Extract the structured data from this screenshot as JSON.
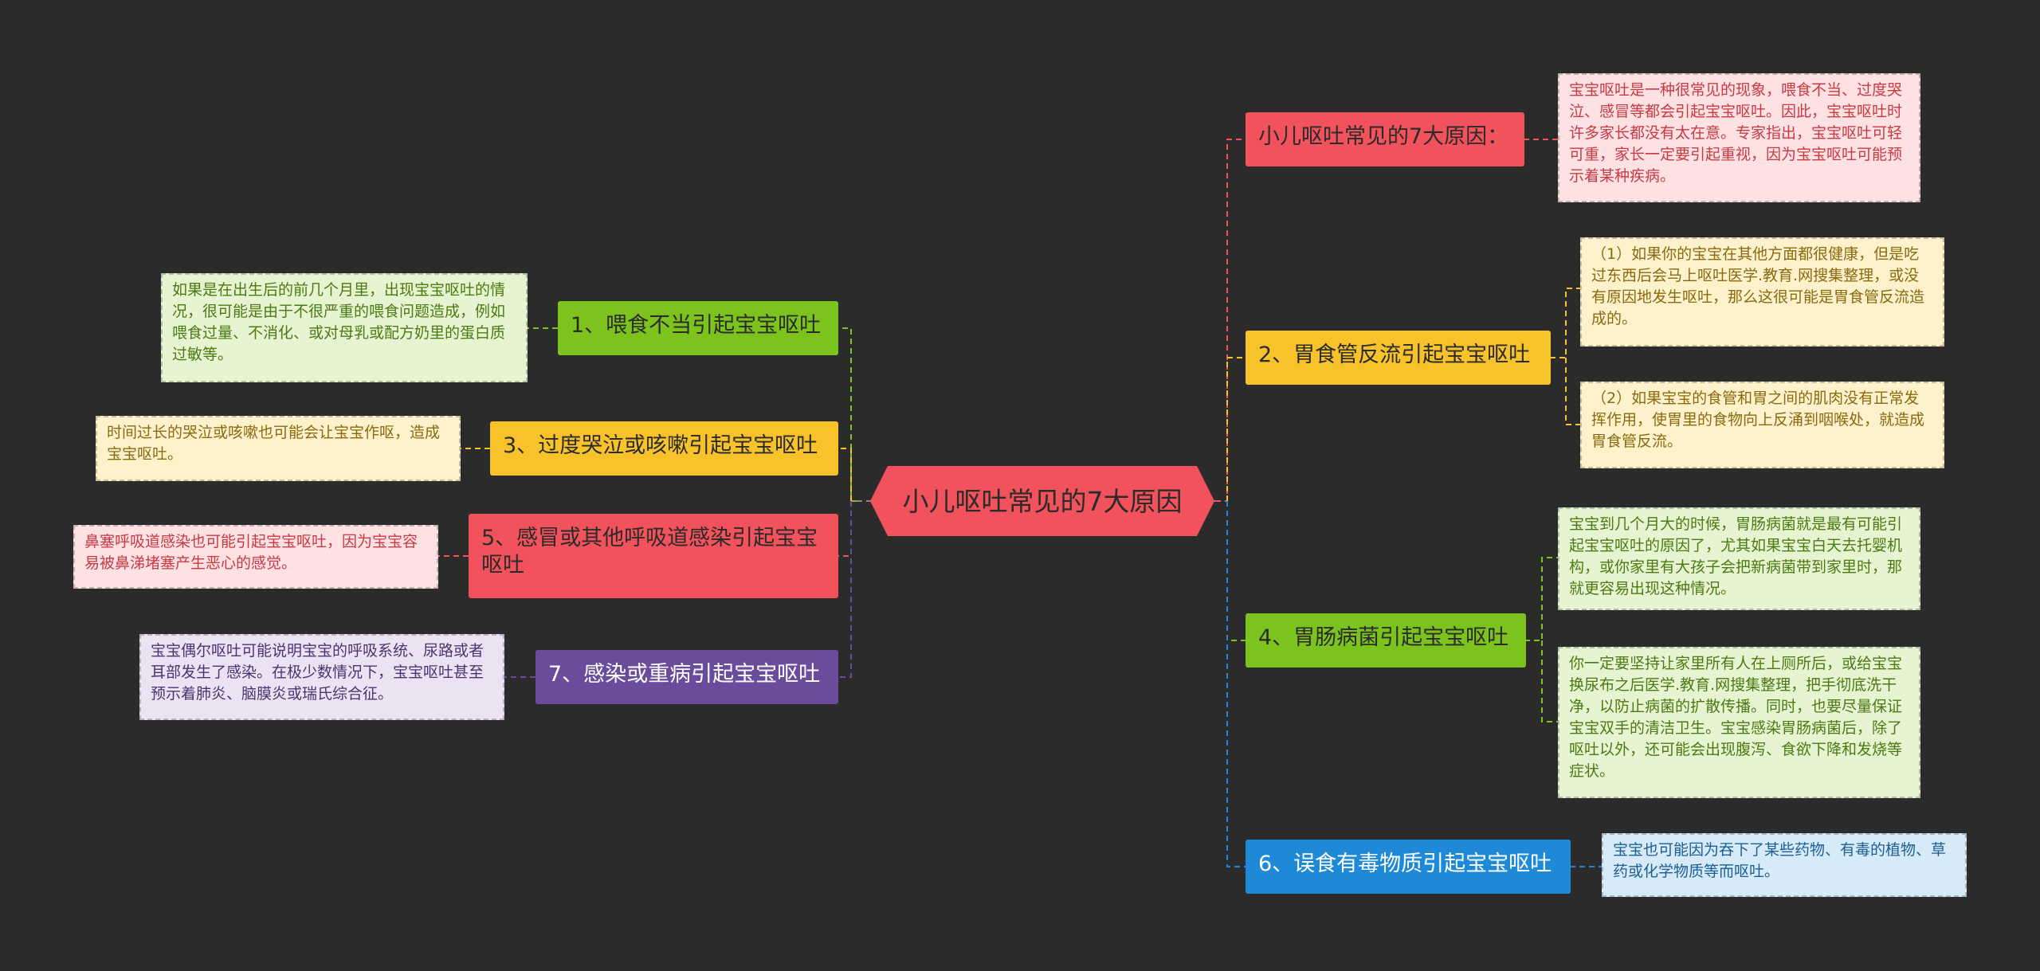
{
  "root": {
    "label": "小儿呕吐常见的7大原因"
  },
  "colors": {
    "background": "#2b2b2b",
    "root": "#f1525b",
    "red": "#f1525b",
    "yellow": "#f8c32a",
    "green": "#7cc41d",
    "blue": "#1e89d6",
    "purple": "#6b4b9b"
  },
  "right_branches": [
    {
      "label": "小儿呕吐常见的7大原因：",
      "details": [
        "宝宝呕吐是一种很常见的现象，喂食不当、过度哭泣、感冒等都会引起宝宝呕吐。因此，宝宝呕吐时许多家长都没有太在意。专家指出，宝宝呕吐可轻可重，家长一定要引起重视，因为宝宝呕吐可能预示着某种疾病。"
      ]
    },
    {
      "label": "2、胃食管反流引起宝宝呕吐",
      "details": [
        "（1）如果你的宝宝在其他方面都很健康，但是吃过东西后会马上呕吐医学.教育.网搜集整理，或没有原因地发生呕吐，那么这很可能是胃食管反流造成的。",
        "（2）如果宝宝的食管和胃之间的肌肉没有正常发挥作用，使胃里的食物向上反涌到咽喉处，就造成胃食管反流。"
      ]
    },
    {
      "label": "4、胃肠病菌引起宝宝呕吐",
      "details": [
        "宝宝到几个月大的时候，胃肠病菌就是最有可能引起宝宝呕吐的原因了，尤其如果宝宝白天去托婴机构，或你家里有大孩子会把新病菌带到家里时，那就更容易出现这种情况。",
        "你一定要坚持让家里所有人在上厕所后，或给宝宝换尿布之后医学.教育.网搜集整理，把手彻底洗干净，以防止病菌的扩散传播。同时，也要尽量保证宝宝双手的清洁卫生。宝宝感染胃肠病菌后，除了呕吐以外，还可能会出现腹泻、食欲下降和发烧等症状。"
      ]
    },
    {
      "label": "6、误食有毒物质引起宝宝呕吐",
      "details": [
        "宝宝也可能因为吞下了某些药物、有毒的植物、草药或化学物质等而呕吐。"
      ]
    }
  ],
  "left_branches": [
    {
      "label": "1、喂食不当引起宝宝呕吐",
      "details": [
        "如果是在出生后的前几个月里，出现宝宝呕吐的情况，很可能是由于不很严重的喂食问题造成，例如喂食过量、不消化、或对母乳或配方奶里的蛋白质过敏等。"
      ]
    },
    {
      "label": "3、过度哭泣或咳嗽引起宝宝呕吐",
      "details": [
        "时间过长的哭泣或咳嗽也可能会让宝宝作呕，造成宝宝呕吐。"
      ]
    },
    {
      "label": "5、感冒或其他呼吸道感染引起宝宝呕吐",
      "details": [
        "鼻塞呼吸道感染也可能引起宝宝呕吐，因为宝宝容易被鼻涕堵塞产生恶心的感觉。"
      ]
    },
    {
      "label": "7、感染或重病引起宝宝呕吐",
      "details": [
        "宝宝偶尔呕吐可能说明宝宝的呼吸系统、尿路或者耳部发生了感染。在极少数情况下，宝宝呕吐甚至预示着肺炎、脑膜炎或瑞氏综合征。"
      ]
    }
  ]
}
